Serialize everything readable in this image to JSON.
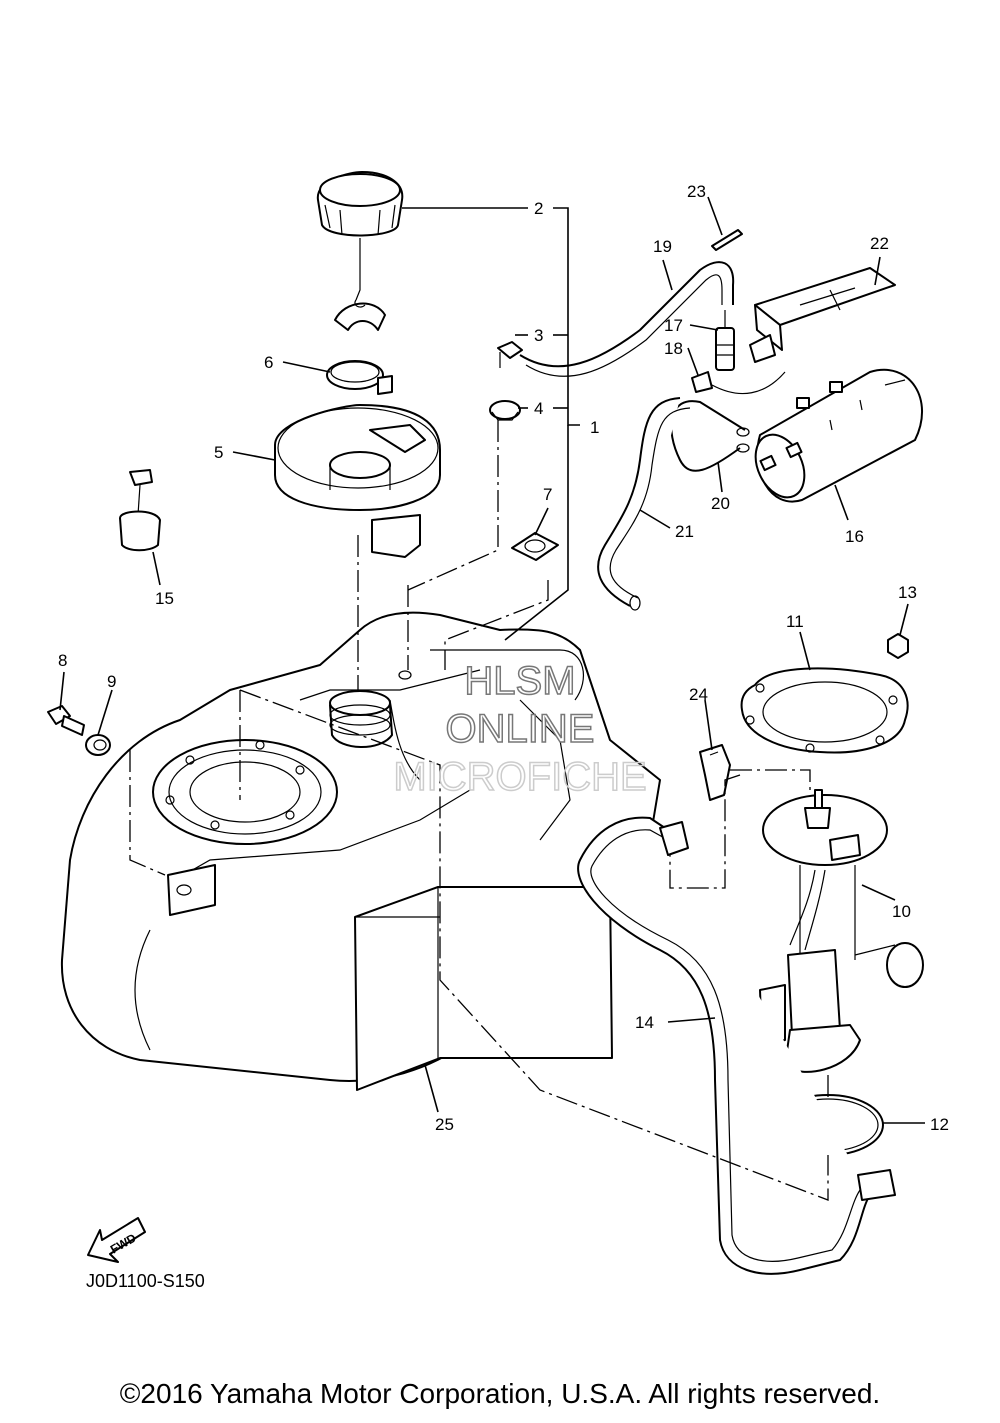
{
  "callouts": [
    "1",
    "2",
    "3",
    "4",
    "5",
    "6",
    "7",
    "8",
    "9",
    "10",
    "11",
    "12",
    "13",
    "14",
    "15",
    "16",
    "17",
    "18",
    "19",
    "20",
    "21",
    "22",
    "23",
    "24",
    "25"
  ],
  "fwd_label": "FWD",
  "diagram_code": "J0D1100-S150",
  "watermark": [
    "HLSM",
    "ONLINE",
    "MICROFICHE"
  ],
  "copyright": "©2016 Yamaha Motor Corporation, U.S.A. All rights reserved."
}
